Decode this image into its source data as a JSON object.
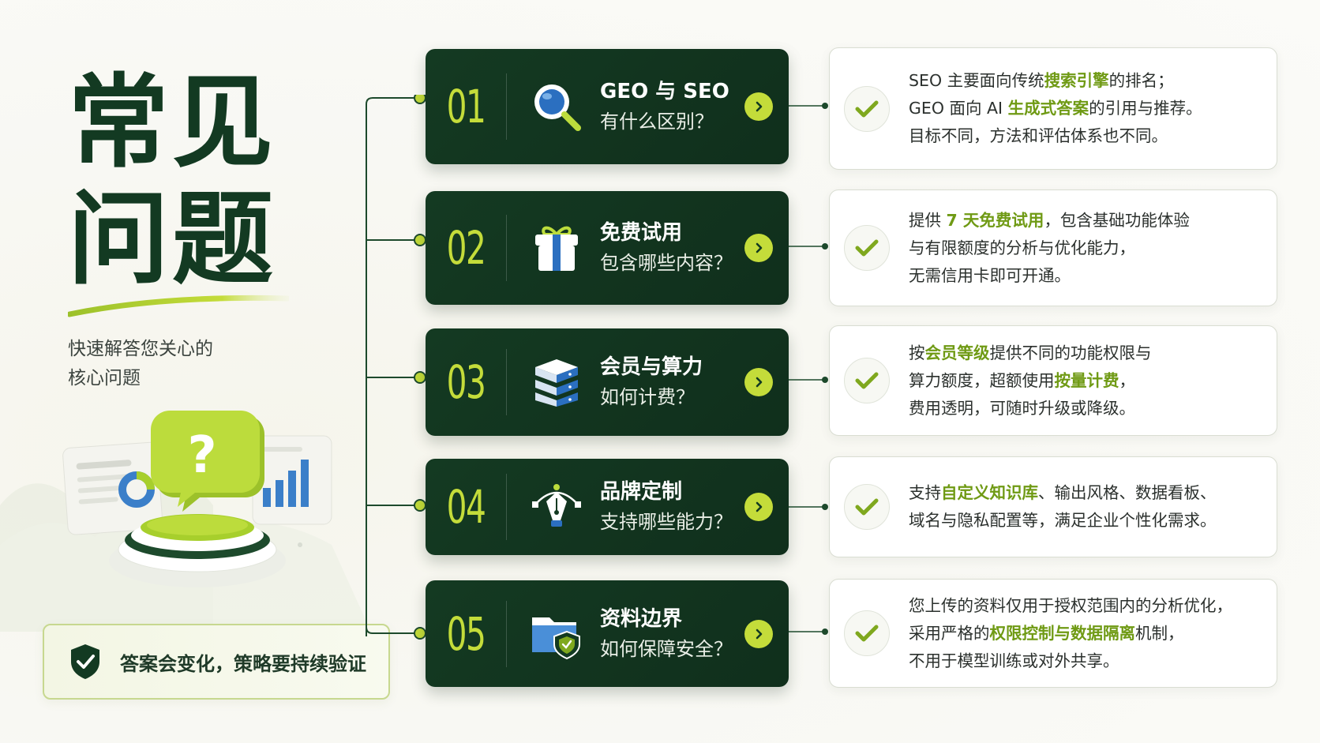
{
  "header": {
    "title_line1": "常见",
    "title_line2": "问题",
    "subtitle_line1": "快速解答您关心的",
    "subtitle_line2": "核心问题"
  },
  "illustration": {
    "question_mark": "?"
  },
  "badge": {
    "icon": "shield-check-icon",
    "text": "答案会变化，策略要持续验证"
  },
  "colors": {
    "dark_green": "#133a22",
    "accent_lime": "#c4dc3a",
    "highlight_green": "#6f9a14"
  },
  "faqs": [
    {
      "number": "01",
      "icon": "magnifier-icon",
      "title": "GEO 与 SEO",
      "subtitle": "有什么区别？",
      "answer": [
        [
          {
            "t": "SEO 主要面向传统"
          },
          {
            "t": "搜索引擎",
            "hl": true
          },
          {
            "t": "的排名；"
          }
        ],
        [
          {
            "t": "GEO 面向 AI "
          },
          {
            "t": "生成式答案",
            "hl": true
          },
          {
            "t": "的引用与推荐。"
          }
        ],
        [
          {
            "t": "目标不同，方法和评估体系也不同。"
          }
        ]
      ]
    },
    {
      "number": "02",
      "icon": "gift-icon",
      "title": "免费试用",
      "subtitle": "包含哪些内容？",
      "answer": [
        [
          {
            "t": "提供 "
          },
          {
            "t": "7 天免费试用",
            "hl": true
          },
          {
            "t": "，包含基础功能体验"
          }
        ],
        [
          {
            "t": "与有限额度的分析与优化能力，"
          }
        ],
        [
          {
            "t": "无需信用卡即可开通。"
          }
        ]
      ]
    },
    {
      "number": "03",
      "icon": "server-stack-icon",
      "title": "会员与算力",
      "subtitle": "如何计费？",
      "answer": [
        [
          {
            "t": "按"
          },
          {
            "t": "会员等级",
            "hl": true
          },
          {
            "t": "提供不同的功能权限与"
          }
        ],
        [
          {
            "t": "算力额度，超额使用"
          },
          {
            "t": "按量计费",
            "hl": true
          },
          {
            "t": "，"
          }
        ],
        [
          {
            "t": "费用透明，可随时升级或降级。"
          }
        ]
      ]
    },
    {
      "number": "04",
      "icon": "pen-nib-icon",
      "title": "品牌定制",
      "subtitle": "支持哪些能力？",
      "answer": [
        [
          {
            "t": "支持"
          },
          {
            "t": "自定义知识库",
            "hl": true
          },
          {
            "t": "、输出风格、数据看板、"
          }
        ],
        [
          {
            "t": "域名与隐私配置等，满足企业个性化需求。"
          }
        ]
      ]
    },
    {
      "number": "05",
      "icon": "secure-folder-icon",
      "title": "资料边界",
      "subtitle": "如何保障安全？",
      "answer": [
        [
          {
            "t": "您上传的资料仅用于授权范围内的分析优化，"
          }
        ],
        [
          {
            "t": "采用严格的"
          },
          {
            "t": "权限控制与数据隔离",
            "hl": true
          },
          {
            "t": "机制，"
          }
        ],
        [
          {
            "t": "不用于模型训练或对外共享。"
          }
        ]
      ]
    }
  ]
}
